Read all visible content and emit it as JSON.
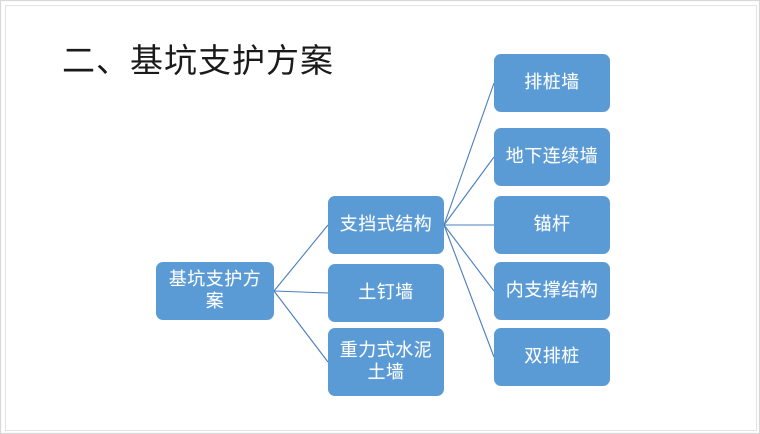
{
  "slide": {
    "title": "二、基坑支护方案",
    "background_color": "#ffffff",
    "frame_color": "#d8d8d8",
    "node_fill_color": "#5b9bd5",
    "node_text_color": "#ffffff",
    "connector_color": "#4a7ebb"
  },
  "diagram": {
    "root": {
      "label": "基坑支护方案"
    },
    "level2": [
      {
        "label": "支挡式结构"
      },
      {
        "label": "土钉墙"
      },
      {
        "label": "重力式水泥土墙"
      }
    ],
    "level3": [
      {
        "label": "排桩墙"
      },
      {
        "label": "地下连续墙"
      },
      {
        "label": "锚杆"
      },
      {
        "label": "内支撑结构"
      },
      {
        "label": "双排桩"
      }
    ]
  }
}
